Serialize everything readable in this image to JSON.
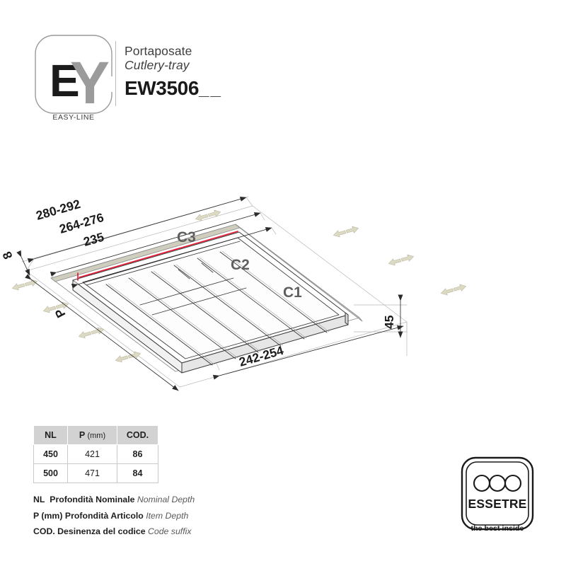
{
  "header": {
    "brand_logo": {
      "letters_dark": "E",
      "letters_light": "Y",
      "caption": "EASY-LINE"
    },
    "product_name_it": "Portaposate",
    "product_name_en": "Cutlery-tray",
    "product_code": "EW3506",
    "product_code_suffix": "__"
  },
  "drawing": {
    "dimensions": {
      "overall_width": "280-292",
      "inner_width": "264-276",
      "tray_width": "235",
      "thickness": "8",
      "depth_label": "P",
      "height": "45",
      "base_width": "242-254"
    },
    "class_labels": [
      "C3",
      "C2",
      "C1"
    ],
    "highlight_color": "#e8112d",
    "line_color": "#3a3a3a",
    "arrow_fill": "#dcd9c0",
    "arrow_stroke": "#b5b19a",
    "panel_fill": "#cfcdbd"
  },
  "spec_table": {
    "headers": [
      "NL",
      "P (mm)",
      "COD."
    ],
    "header_p_label": "P",
    "header_p_unit": "(mm)",
    "rows": [
      {
        "nl": "450",
        "p": "421",
        "cod": "86"
      },
      {
        "nl": "500",
        "p": "471",
        "cod": "84"
      }
    ]
  },
  "legend": [
    {
      "abbr": "NL",
      "it": "Profondità Nominale",
      "en": "Nominal Depth"
    },
    {
      "abbr": "P (mm)",
      "it": "Profondità Articolo",
      "en": "Item Depth"
    },
    {
      "abbr": "COD.",
      "it": "Desinenza del codice",
      "en": "Code suffix"
    }
  ],
  "footer_logo": {
    "name": "ESSETRE",
    "tagline": "the best inside",
    "circle_count": 3
  }
}
